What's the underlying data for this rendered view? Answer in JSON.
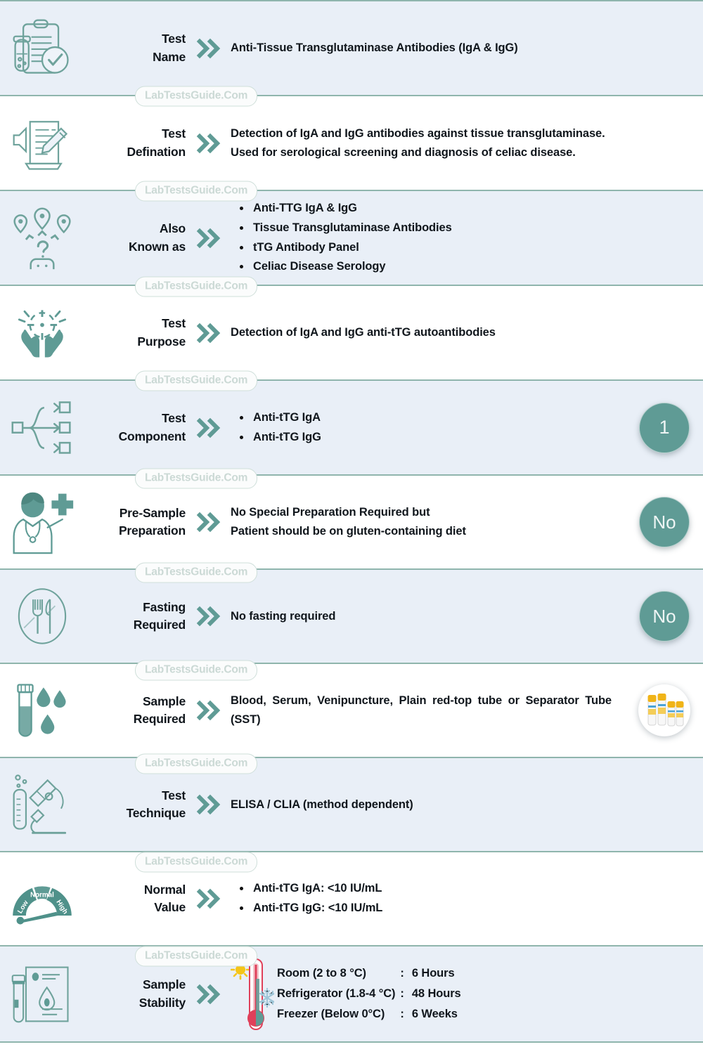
{
  "watermark": "LabTestsGuide.Com",
  "colors": {
    "accent_teal": "#5f9b95",
    "row_tint": "#e9eff7",
    "divider": "#8fb5ad",
    "text": "#10161c",
    "watermark_text": "#cbd9d5"
  },
  "rows": [
    {
      "id": "test-name",
      "icon": "clipboard-checklist-icon",
      "label_line1": "Test",
      "label_line2": "Name",
      "value": "Anti-Tissue Transglutaminase Antibodies (IgA & IgG)",
      "badge": null
    },
    {
      "id": "test-definition",
      "icon": "document-pencil-announce-icon",
      "label_line1": "Test",
      "label_line2": "Defination",
      "value_lines": [
        "Detection of IgA and IgG antibodies against tissue transglutaminase.",
        " Used for serological screening and diagnosis of celiac disease."
      ],
      "badge": null
    },
    {
      "id": "also-known-as",
      "icon": "alias-question-pins-icon",
      "label_line1": "Also",
      "label_line2": "Known as",
      "bullets": [
        "Anti-TTG IgA & IgG",
        "Tissue Transglutaminase Antibodies",
        "tTG Antibody Panel",
        "Celiac Disease Serology"
      ],
      "badge": null
    },
    {
      "id": "test-purpose",
      "icon": "hands-target-icon",
      "label_line1": "Test",
      "label_line2": "Purpose",
      "value": "Detection of IgA and IgG anti-tTG autoantibodies",
      "badge": null
    },
    {
      "id": "test-component",
      "icon": "branching-components-icon",
      "label_line1": "Test",
      "label_line2": "Component",
      "bullets": [
        "Anti-tTG IgA",
        "Anti-tTG IgG"
      ],
      "badge": "1"
    },
    {
      "id": "pre-sample-preparation",
      "icon": "doctor-plus-icon",
      "label_line1": "Pre-Sample",
      "label_line2": "Preparation",
      "value_lines": [
        "No Special Preparation Required but",
        "Patient should be on gluten-containing diet"
      ],
      "badge": "No"
    },
    {
      "id": "fasting-required",
      "icon": "fork-knife-icon",
      "label_line1": "Fasting",
      "label_line2": "Required",
      "value": "No fasting required",
      "badge": "No"
    },
    {
      "id": "sample-required",
      "icon": "tube-blood-drops-icon",
      "label_line1": "Sample",
      "label_line2": "Required",
      "value": "Blood, Serum, Venipuncture, Plain red-top tube or Separator Tube (SST)",
      "badge": "tubes-photo"
    },
    {
      "id": "test-technique",
      "icon": "microscope-tube-icon",
      "label_line1": "Test",
      "label_line2": "Technique",
      "value": "ELISA / CLIA (method dependent)",
      "badge": null
    },
    {
      "id": "normal-value",
      "icon": "gauge-low-normal-high-icon",
      "label_line1": "Normal",
      "label_line2": "Value",
      "bullets": [
        "Anti-tTG IgA: <10 IU/mL",
        "Anti-tTG IgG: <10 IU/mL"
      ],
      "badge": null
    },
    {
      "id": "sample-stability",
      "icon": "tube-report-drop-icon",
      "label_line1": "Sample",
      "label_line2": "Stability",
      "stability": [
        {
          "condition": "Room (2 to 8 °C)",
          "sep": ":",
          "duration": "6 Hours",
          "icon": "sun-icon"
        },
        {
          "condition": "Refrigerator (1.8-4 °C)",
          "sep": ":",
          "duration": "48 Hours",
          "icon": "snowflake-icon"
        },
        {
          "condition": "Freezer (Below 0°C)",
          "sep": ":",
          "duration": "6 Weeks",
          "icon": "thermometer-icon"
        }
      ],
      "badge": null
    }
  ],
  "gauge_labels": {
    "low": "Low",
    "normal": "Normal",
    "high": "High"
  }
}
